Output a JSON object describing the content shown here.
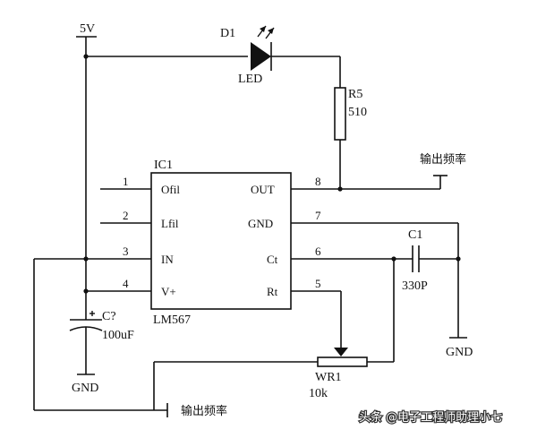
{
  "supply": {
    "label": "5V"
  },
  "led": {
    "ref": "D1",
    "name": "LED"
  },
  "resistor": {
    "ref": "R5",
    "value": "510"
  },
  "ic": {
    "ref": "IC1",
    "part": "LM567",
    "left_pins": [
      {
        "num": "1",
        "name": "Ofil"
      },
      {
        "num": "2",
        "name": "Lfil"
      },
      {
        "num": "3",
        "name": "IN"
      },
      {
        "num": "4",
        "name": "V+"
      }
    ],
    "right_pins": [
      {
        "num": "8",
        "name": "OUT"
      },
      {
        "num": "7",
        "name": "GND"
      },
      {
        "num": "6",
        "name": "Ct"
      },
      {
        "num": "5",
        "name": "Rt"
      }
    ]
  },
  "capacitor_timing": {
    "ref": "C1",
    "value": "330P"
  },
  "capacitor_supply": {
    "ref": "C?",
    "value": "100uF"
  },
  "pot": {
    "ref": "WR1",
    "value": "10k"
  },
  "output_terminal": {
    "label": "输出频率"
  },
  "output_terminal_bottom": {
    "label": "输出频率"
  },
  "ground_right": {
    "label": "GND"
  },
  "ground_left": {
    "label": "GND"
  },
  "watermark": {
    "text": "头条 @电子工程师助理小七"
  }
}
